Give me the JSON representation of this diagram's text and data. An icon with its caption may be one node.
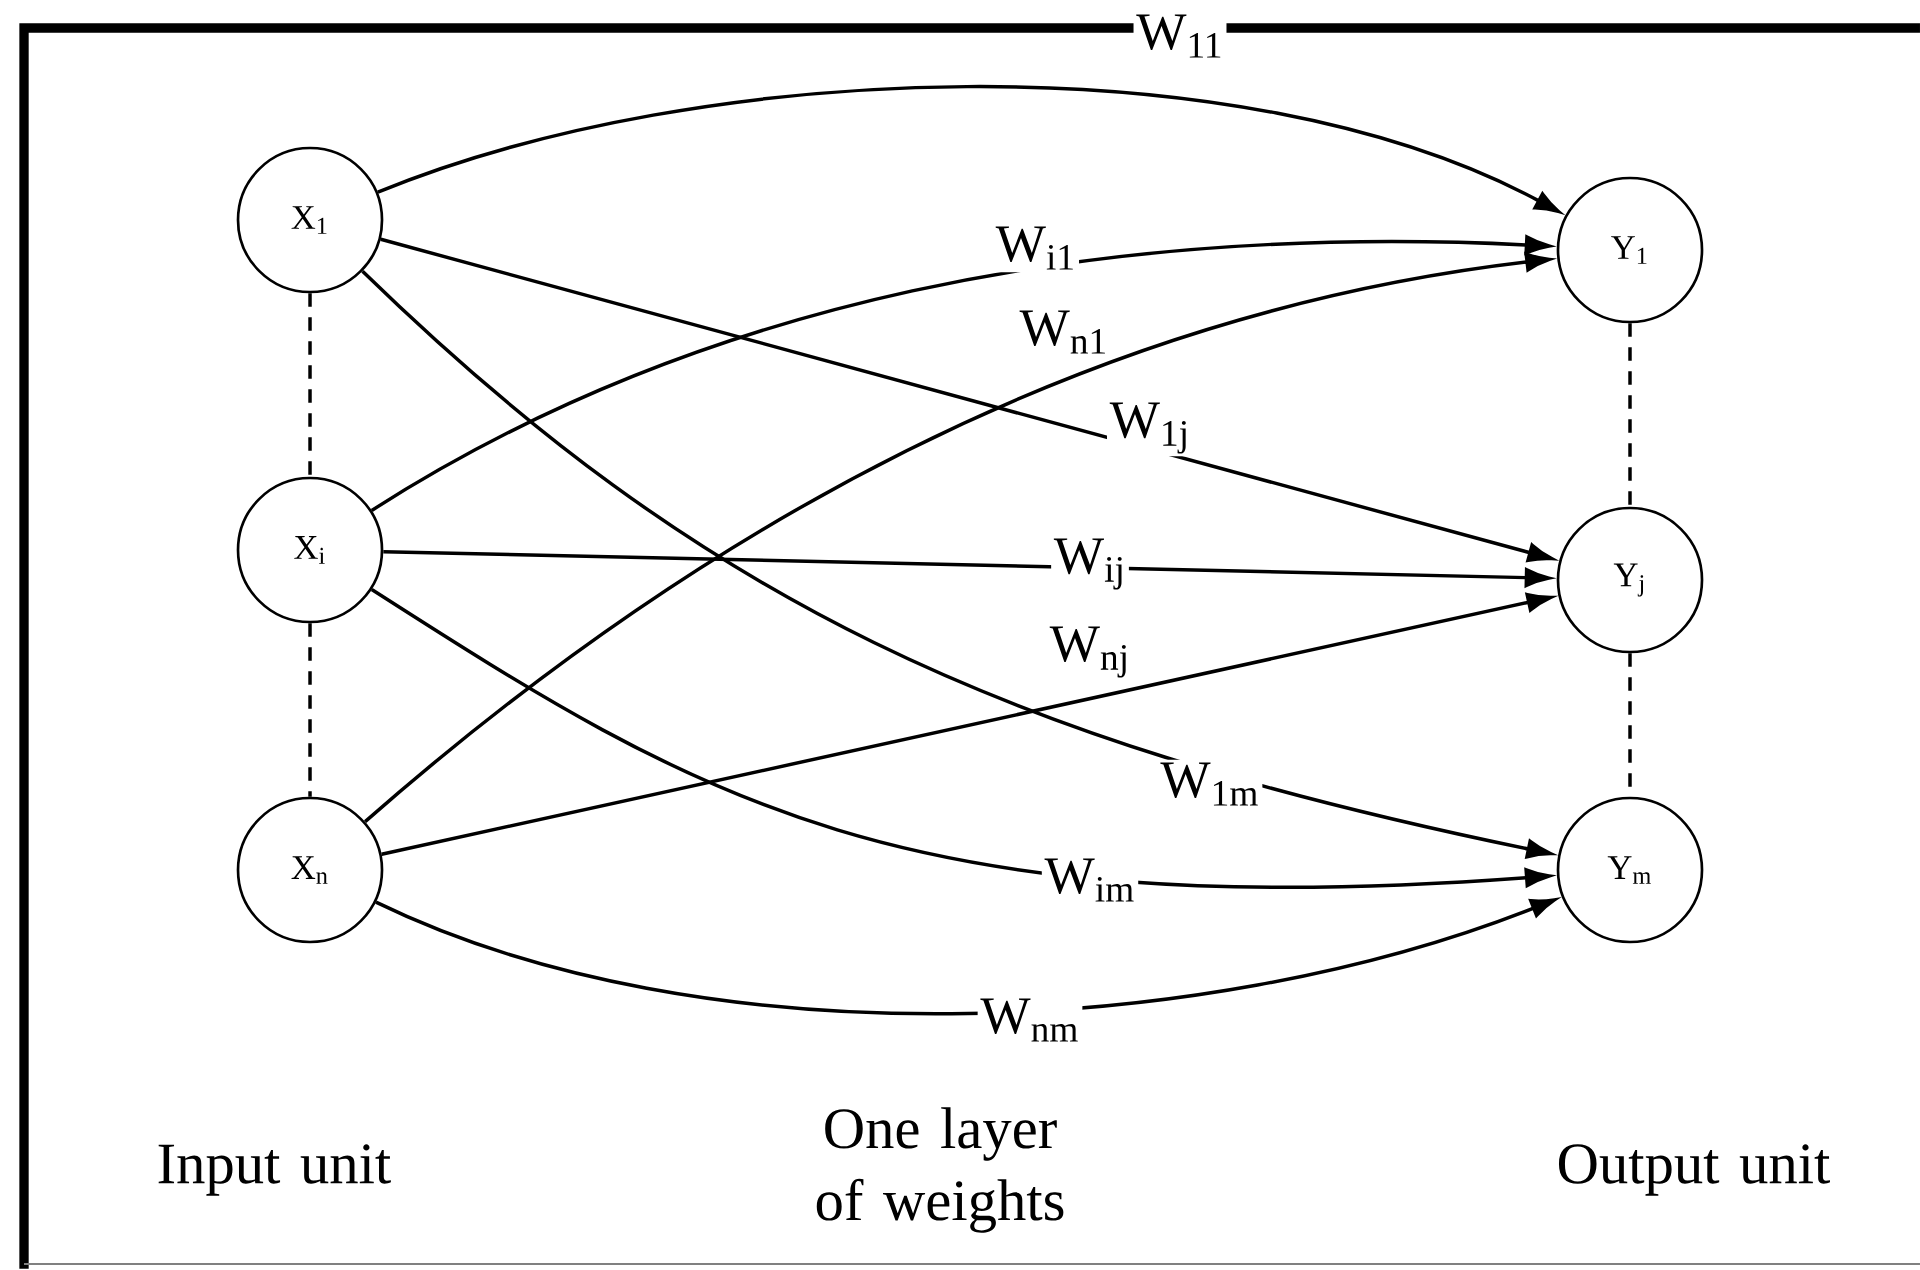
{
  "diagram": {
    "nodes": [
      {
        "text": [
          "X$_{1}$"
        ]
      },
      {
        "text": [
          "X$_{i}$"
        ]
      },
      {
        "text": [
          "X$_{n}$"
        ]
      },
      {
        "text": [
          "Y$_{1}$"
        ]
      },
      {
        "text": [
          "Y$_{j}$"
        ]
      },
      {
        "text": [
          "Y$_{m}$"
        ]
      }
    ],
    "edges": [
      {
        "from": 0,
        "to": 3,
        "arrow": "to",
        "label": "W$_{11}$"
      },
      {
        "from": 1,
        "to": 3,
        "arrow": "to",
        "label": "W$_{i1}$"
      },
      {
        "from": 2,
        "to": 3,
        "arrow": "to",
        "label": "W$_{n1}$"
      },
      {
        "from": 0,
        "to": 4,
        "arrow": "to",
        "label": "W$_{1j}$"
      },
      {
        "from": 1,
        "to": 4,
        "arrow": "to",
        "label": "W$_{ij}$"
      },
      {
        "from": 2,
        "to": 4,
        "arrow": "to",
        "label": "W$_{nj}$"
      },
      {
        "from": 0,
        "to": 5,
        "arrow": "to",
        "label": "W$_{1m}$"
      },
      {
        "from": 1,
        "to": 5,
        "arrow": "to",
        "label": "W$_{im}$"
      },
      {
        "from": 2,
        "to": 5,
        "arrow": "to",
        "label": "W$_{nm}$"
      },
      {
        "from": 0,
        "to": 1,
        "arrow": "none",
        "style": "dashed"
      },
      {
        "from": 1,
        "to": 2,
        "arrow": "none",
        "style": "dashed"
      },
      {
        "from": 3,
        "to": 4,
        "arrow": "none",
        "style": "dashed"
      },
      {
        "from": 4,
        "to": 5,
        "arrow": "none",
        "style": "dashed"
      }
    ],
    "labels": [
      "Input unit",
      "One layer of weights",
      "Output unit"
    ]
  }
}
